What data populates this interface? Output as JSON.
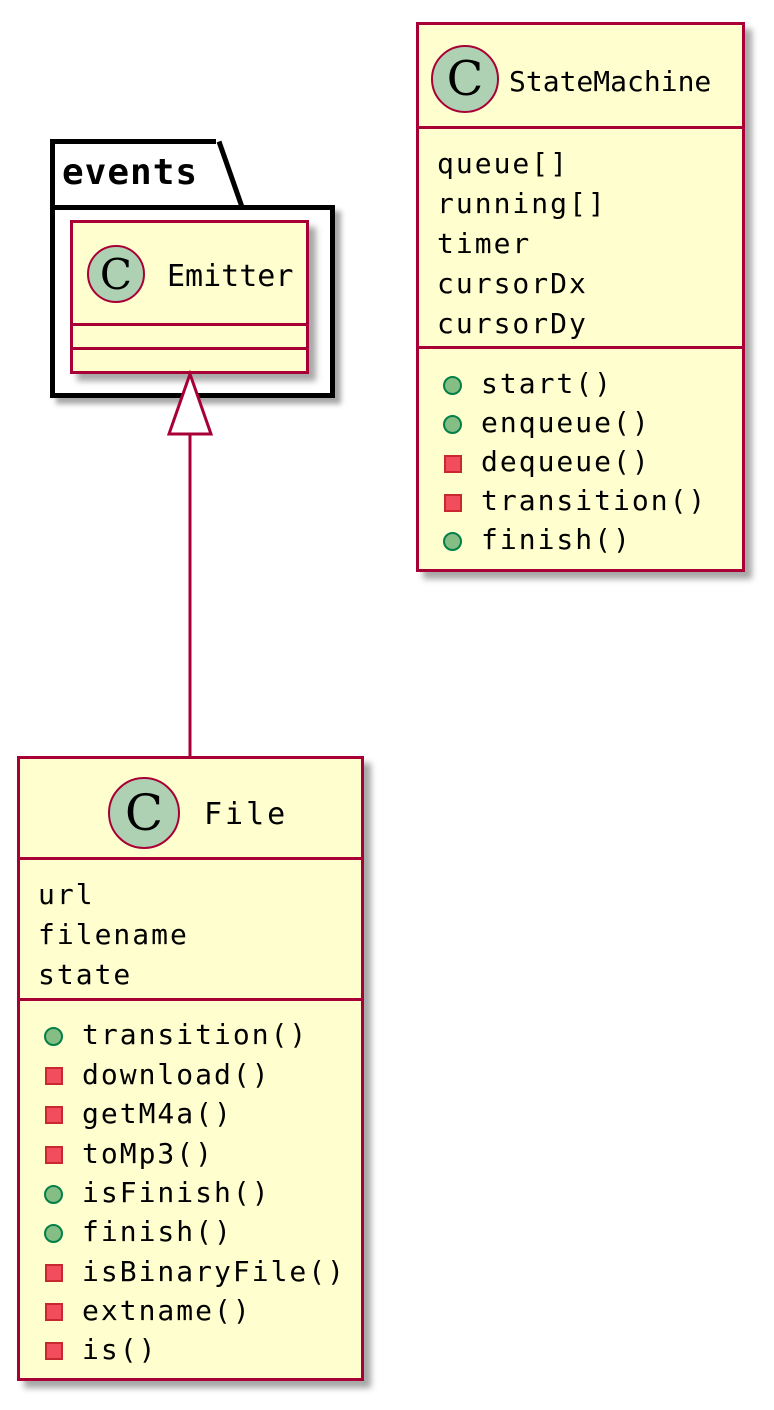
{
  "colors": {
    "class_fill": "#FEFECE",
    "class_border": "#A80036",
    "class_circle": "#ADD1B2",
    "public_marker": "#84BE84",
    "private_marker": "#F24D5C"
  },
  "package": {
    "name": "events"
  },
  "classes": {
    "emitter": {
      "stereotype_letter": "C",
      "name": "Emitter",
      "fields": [],
      "methods": []
    },
    "state_machine": {
      "stereotype_letter": "C",
      "name": "StateMachine",
      "fields": [
        "queue[]",
        "running[]",
        "timer",
        "cursorDx",
        "cursorDy"
      ],
      "methods": [
        {
          "name": "start()",
          "visibility": "public"
        },
        {
          "name": "enqueue()",
          "visibility": "public"
        },
        {
          "name": "dequeue()",
          "visibility": "private"
        },
        {
          "name": "transition()",
          "visibility": "private"
        },
        {
          "name": "finish()",
          "visibility": "public"
        }
      ]
    },
    "file": {
      "stereotype_letter": "C",
      "name": "File",
      "fields": [
        "url",
        "filename",
        "state"
      ],
      "methods": [
        {
          "name": "transition()",
          "visibility": "public"
        },
        {
          "name": "download()",
          "visibility": "private"
        },
        {
          "name": "getM4a()",
          "visibility": "private"
        },
        {
          "name": "toMp3()",
          "visibility": "private"
        },
        {
          "name": "isFinish()",
          "visibility": "public"
        },
        {
          "name": "finish()",
          "visibility": "public"
        },
        {
          "name": "isBinaryFile()",
          "visibility": "private"
        },
        {
          "name": "extname()",
          "visibility": "private"
        },
        {
          "name": "is()",
          "visibility": "private"
        }
      ]
    }
  },
  "relations": [
    {
      "type": "inheritance",
      "from": "File",
      "to": "Emitter"
    }
  ]
}
